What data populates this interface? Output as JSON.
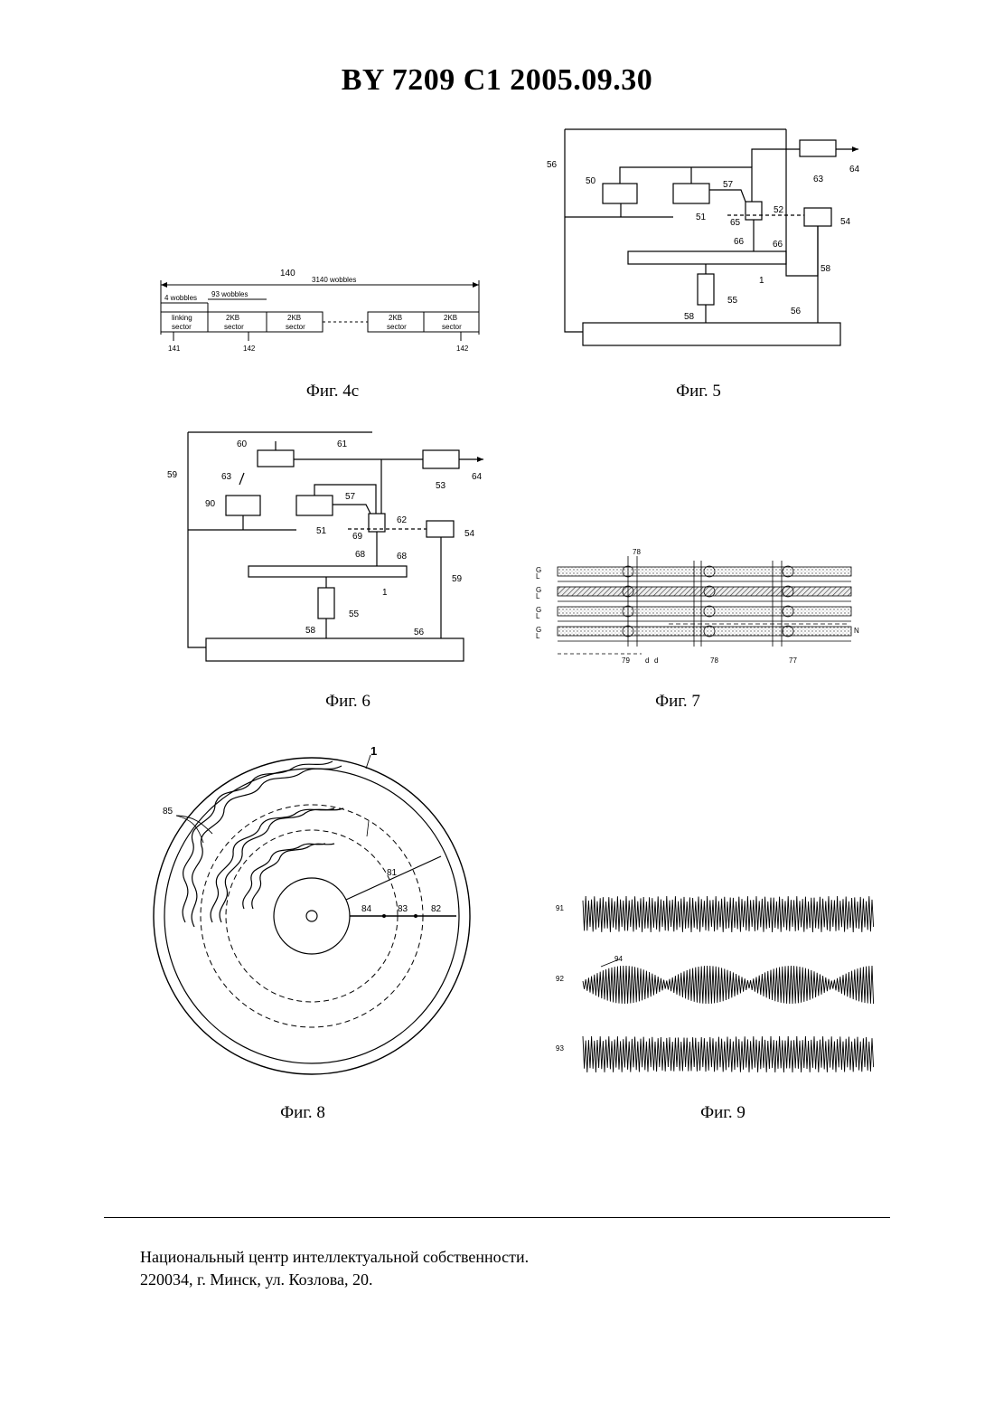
{
  "header": {
    "title": "BY  7209  C1  2005.09.30"
  },
  "fig4c": {
    "caption": "Фиг. 4с",
    "ref_140": "140",
    "total_wobbles": "3140 wobbles",
    "wobbles_4": "4 wobbles",
    "wobbles_93": "93 wobbles",
    "cell_linking_1": "linking",
    "cell_linking_2": "sector",
    "cell_2kb_1": "2KB",
    "cell_2kb_2": "sector",
    "ref_141": "141",
    "ref_142a": "142",
    "ref_142b": "142"
  },
  "fig5": {
    "caption": "Фиг. 5",
    "labels": [
      "56",
      "50",
      "57",
      "51",
      "52",
      "65",
      "54",
      "63",
      "64",
      "66",
      "66",
      "1",
      "58",
      "55",
      "58",
      "56"
    ]
  },
  "fig6": {
    "caption": "Фиг. 6",
    "labels": [
      "59",
      "60",
      "61",
      "63",
      "53",
      "64",
      "90",
      "57",
      "51",
      "62",
      "69",
      "54",
      "68",
      "68",
      "1",
      "59",
      "55",
      "58",
      "56"
    ]
  },
  "fig7": {
    "caption": "Фиг. 7",
    "labels": [
      "78",
      "79",
      "d",
      "d",
      "78",
      "77",
      "N"
    ]
  },
  "fig8": {
    "caption": "Фиг. 8",
    "labels": [
      "1",
      "85",
      "81",
      "84",
      "83",
      "82"
    ]
  },
  "fig9": {
    "caption": "Фиг. 9",
    "labels": [
      "91",
      "92",
      "94",
      "93"
    ]
  },
  "footer": {
    "line1": "Национальный центр интеллектуальной собственности.",
    "line2": "220034, г. Минск, ул. Козлова, 20."
  }
}
